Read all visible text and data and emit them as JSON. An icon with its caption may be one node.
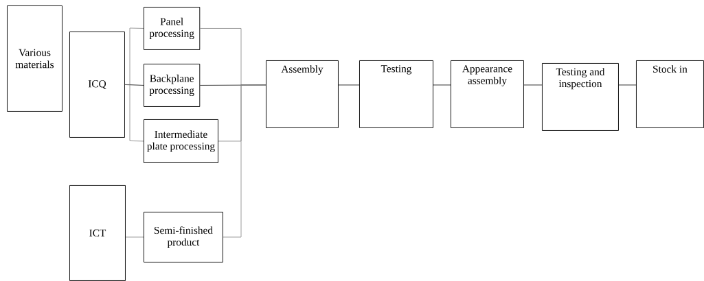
{
  "diagram": {
    "nodes": [
      {
        "text": [
          "Various materials"
        ]
      },
      {
        "text": [
          "ICQ"
        ]
      },
      {
        "text": [
          "Panel processing"
        ]
      },
      {
        "text": [
          "Backplane processing"
        ]
      },
      {
        "text": [
          "Intermediate plate processing"
        ]
      },
      {
        "text": [
          "ICT"
        ]
      },
      {
        "text": [
          "Semi-finished product"
        ]
      },
      {
        "text": [
          "Assembly"
        ]
      },
      {
        "text": [
          "Testing"
        ]
      },
      {
        "text": [
          "Appearance assembly"
        ]
      },
      {
        "text": [
          "Testing and inspection"
        ]
      },
      {
        "text": [
          "Stock in"
        ]
      }
    ],
    "edges": [
      {
        "from": 1,
        "to": 2,
        "arrow": "none",
        "color": "#808080"
      },
      {
        "from": 1,
        "to": 3,
        "arrow": "none",
        "color": "#000000"
      },
      {
        "from": 1,
        "to": 4,
        "arrow": "none",
        "color": "#808080"
      },
      {
        "from": 2,
        "to": 7,
        "arrow": "none",
        "color": "#808080"
      },
      {
        "from": 3,
        "to": 7,
        "arrow": "none",
        "color": "#000000"
      },
      {
        "from": 4,
        "to": 7,
        "arrow": "none",
        "color": "#808080"
      },
      {
        "from": 6,
        "to": 7,
        "arrow": "none",
        "color": "#808080"
      },
      {
        "from": 5,
        "to": 6,
        "arrow": "none",
        "color": "#808080"
      },
      {
        "from": 7,
        "to": 8,
        "arrow": "none",
        "color": "#000000"
      },
      {
        "from": 8,
        "to": 9,
        "arrow": "none",
        "color": "#000000"
      },
      {
        "from": 9,
        "to": 10,
        "arrow": "none",
        "color": "#000000"
      },
      {
        "from": 10,
        "to": 11,
        "arrow": "none",
        "color": "#000000"
      }
    ]
  }
}
